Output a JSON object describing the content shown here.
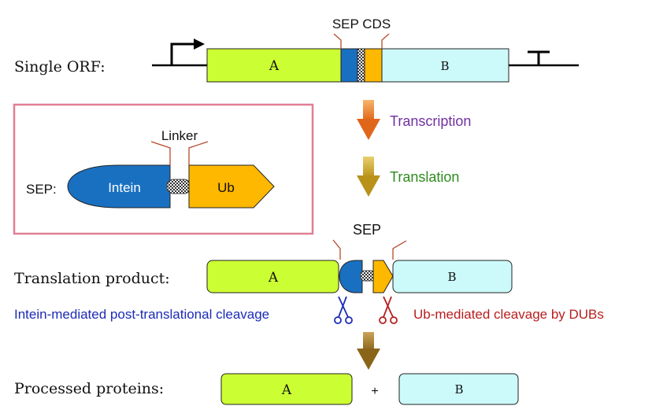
{
  "rows": {
    "orf_label": "Single ORF:",
    "product_label": "Translation product:",
    "processed_label": "Processed proteins:"
  },
  "labels": {
    "sep_cds": "SEP CDS",
    "sep": "SEP",
    "transcription": "Transcription",
    "translation": "Translation",
    "plus": "+",
    "intein_cleavage": "Intein-mediated post-translational cleavage",
    "ub_cleavage": "Ub-mediated cleavage by DUBs"
  },
  "blocks": {
    "a": "A",
    "b": "B"
  },
  "inset": {
    "sep_label": "SEP:",
    "intein": "Intein",
    "ub": "Ub",
    "linker": "Linker"
  },
  "colors": {
    "block_a": "#ccff33",
    "block_b": "#ccfafa",
    "intein": "#1a70c0",
    "ub": "#ffb800",
    "inset_border": "#e07f95",
    "transcription": "#7030a0",
    "translation": "#2e8b1f",
    "intein_text": "#1c2bb6",
    "ub_text": "#b81e1e",
    "bracket": "#b84a2a"
  },
  "icons": {
    "promoter": "promoter-arrow-icon",
    "terminator": "terminator-icon",
    "scissors": "scissors-icon"
  }
}
